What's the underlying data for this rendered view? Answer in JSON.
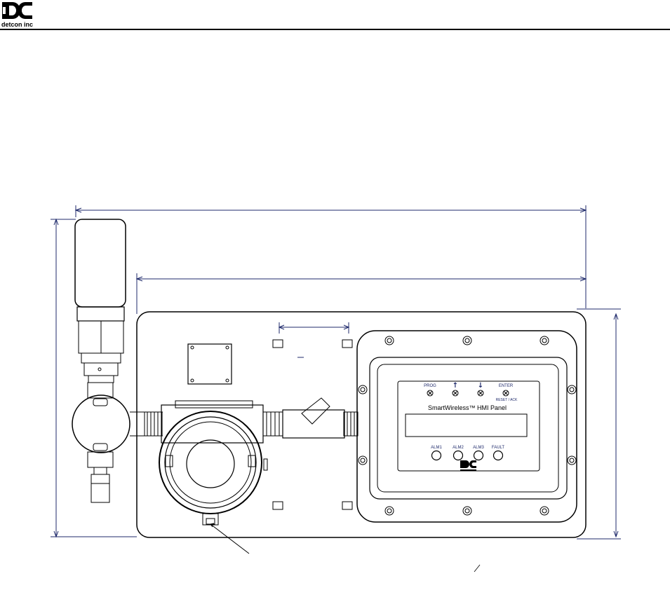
{
  "header": {
    "company_name": "detcon inc",
    "logo_letters": "DC"
  },
  "hmi_panel": {
    "title": "SmartWireless™ HMI Panel",
    "buttons": [
      {
        "label": "PROG",
        "sublabel": ""
      },
      {
        "label": "↑",
        "sublabel": ""
      },
      {
        "label": "↓",
        "sublabel": ""
      },
      {
        "label": "ENTER",
        "sublabel": "RESET / ACK"
      }
    ],
    "indicators": [
      "ALM1",
      "ALM2",
      "ALM3",
      "FAULT"
    ]
  },
  "colors": {
    "dimension_lines": "#1f2a6b",
    "drawing_lines": "#000000"
  }
}
